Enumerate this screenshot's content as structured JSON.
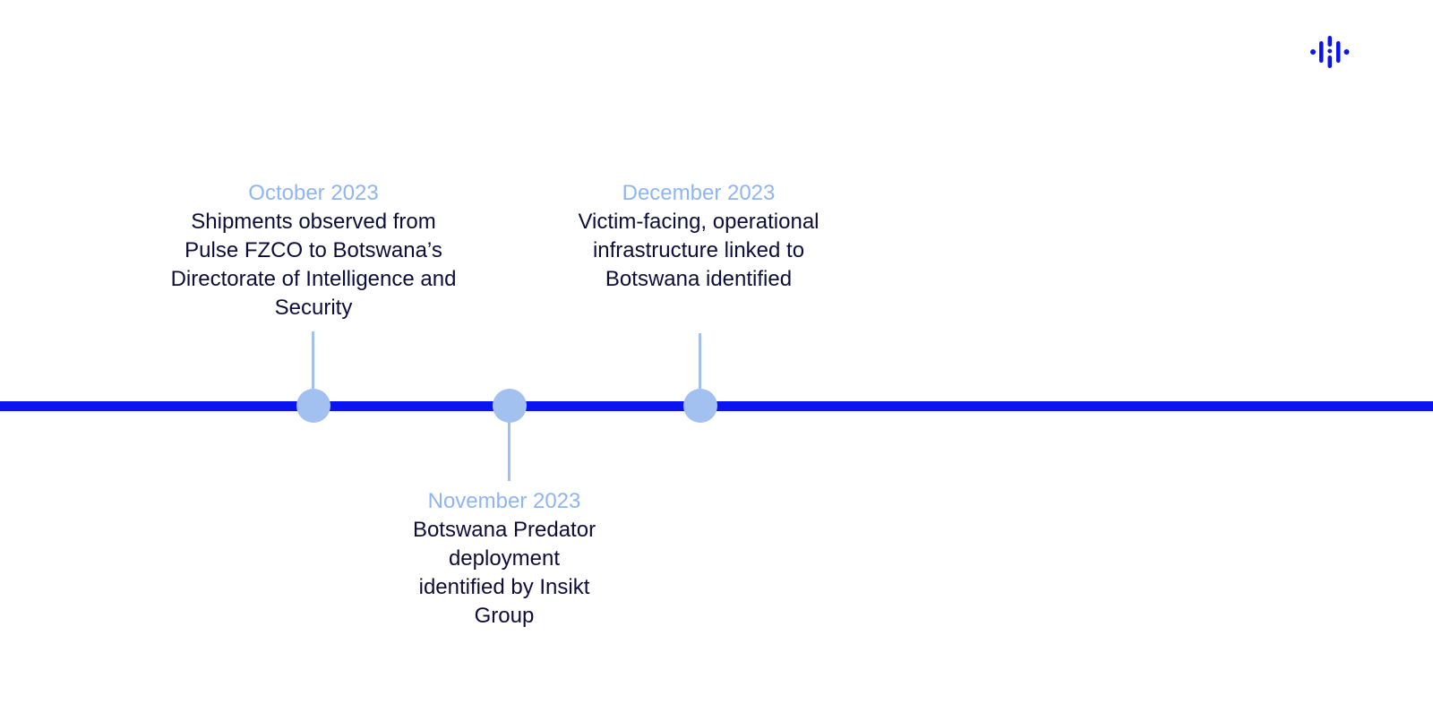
{
  "events": [
    {
      "date": "October 2023",
      "text": "Shipments observed from Pulse FZCO to Botswana’s Directorate of Intelligence and Security"
    },
    {
      "date": "November 2023",
      "text": "Botswana Predator deployment identified by Insikt Group"
    },
    {
      "date": "December 2023",
      "text": "Victim-facing, operational infrastructure linked to Botswana identified"
    }
  ],
  "colors": {
    "line": "#0a14f0",
    "marker": "#a3c1f0",
    "date": "#8fb5f2",
    "text": "#0d0d3a"
  }
}
